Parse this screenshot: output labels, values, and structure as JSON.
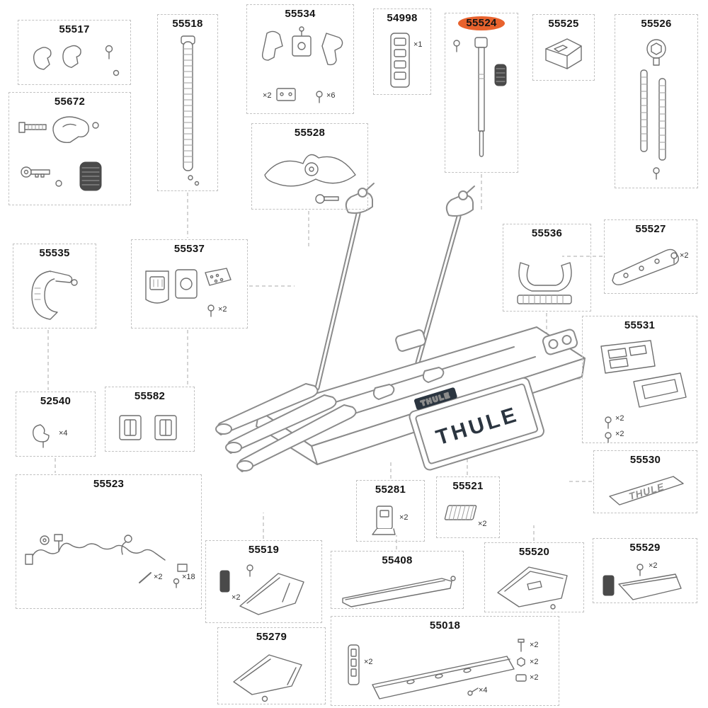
{
  "highlight": {
    "part_id": "55524",
    "color": "#e8622d"
  },
  "rack": {
    "logo_small": "THULE",
    "logo_large": "THULE"
  },
  "parts": [
    {
      "id": "55517",
      "qtys": []
    },
    {
      "id": "55518",
      "qtys": []
    },
    {
      "id": "55534",
      "qtys": [
        "×2",
        "×6"
      ]
    },
    {
      "id": "54998",
      "qtys": [
        "×1"
      ]
    },
    {
      "id": "55524",
      "qtys": [],
      "highlighted": true
    },
    {
      "id": "55525",
      "qtys": []
    },
    {
      "id": "55526",
      "qtys": []
    },
    {
      "id": "55672",
      "qtys": []
    },
    {
      "id": "55528",
      "qtys": []
    },
    {
      "id": "55535",
      "qtys": []
    },
    {
      "id": "55537",
      "qtys": [
        "×2"
      ]
    },
    {
      "id": "55536",
      "qtys": []
    },
    {
      "id": "55527",
      "qtys": [
        "×2"
      ]
    },
    {
      "id": "55531",
      "qtys": [
        "×2",
        "×2"
      ]
    },
    {
      "id": "52540",
      "qtys": [
        "×4"
      ]
    },
    {
      "id": "55582",
      "qtys": []
    },
    {
      "id": "55530",
      "qtys": [],
      "text": "THULE"
    },
    {
      "id": "55523",
      "qtys": [
        "×2",
        "×18"
      ]
    },
    {
      "id": "55281",
      "qtys": [
        "×2"
      ]
    },
    {
      "id": "55521",
      "qtys": [
        "×2"
      ]
    },
    {
      "id": "55519",
      "qtys": [
        "×2"
      ]
    },
    {
      "id": "55408",
      "qtys": []
    },
    {
      "id": "55520",
      "qtys": []
    },
    {
      "id": "55529",
      "qtys": [
        "×2"
      ]
    },
    {
      "id": "55279",
      "qtys": []
    },
    {
      "id": "55018",
      "qtys": [
        "×2",
        "×2",
        "×2",
        "×4",
        "×2"
      ]
    }
  ]
}
